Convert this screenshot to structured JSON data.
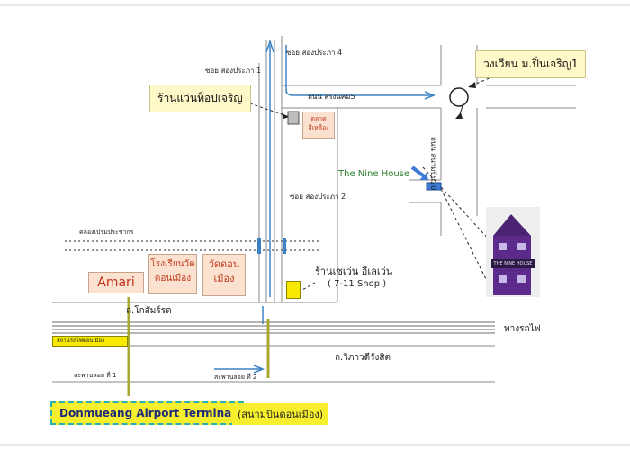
{
  "roads": {
    "soi_songprapha_4": "ซอย สองประภา 4",
    "soi_songprapha_1": "ซอย สองประภา 1",
    "soi_songprapha_2": "ซอย สองประภา 2",
    "thanon_sanambin": "ถนน สรงนคม5",
    "thanon_sanambin_20": "ถนน สนามบิน20",
    "canal": "คลองเปรมประชากร",
    "thanon_kosumrat": "ถ.โกสัมร์รด",
    "railway": "ทางรถไฟ",
    "thanon_vibhavadi": "ถ.วิภาวดีรังสิต",
    "station": "สถานีรถไฟดอนเมือง",
    "bridge_1": "สะพานลอย ที่ 1",
    "bridge_2": "สะพานลอย ที่ 2"
  },
  "places": {
    "circle_callout": "วงเวียน ม.ปิ่นเจริญ1",
    "shop_callout": "ร้านแว่นท็อปเจริญ",
    "market": "ตลาด\nสีเหลือง",
    "nine_house": "The Nine House",
    "seven_eleven_th": "ร้านเซเว่น อีเลเว่น",
    "seven_eleven_en": "( 7-11 Shop )",
    "amari": "Amari",
    "school": "โรงเรียนวัด\nดอนเมือง",
    "temple": "วัดดอน\nเมือง",
    "terminal_en": "Donmueang  Airport Terminal",
    "terminal_th": "(สนามบินดอนเมือง)",
    "building_sign": "THE NINE HOUSE"
  },
  "colors": {
    "road_line": "#8a8a8a",
    "canal_line": "#6b6b6b",
    "route_arrow": "#3b82c4",
    "marker_olive": "#a8a830",
    "nine_house_marker": "#3d7bd6",
    "building_purple": "#5b2a8a"
  }
}
